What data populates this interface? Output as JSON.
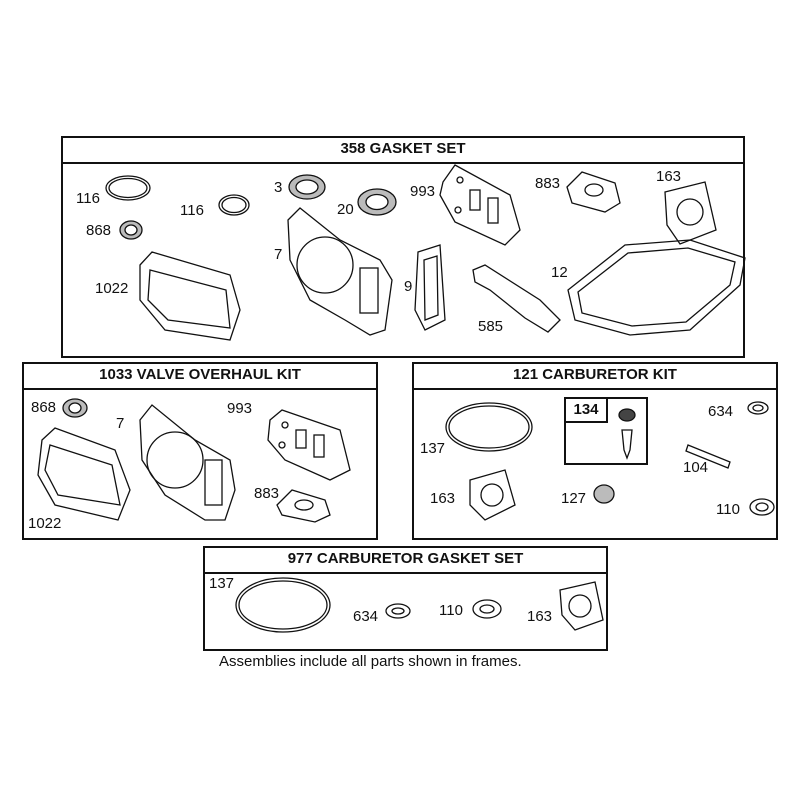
{
  "frames": {
    "gasket_set": {
      "title": "358 GASKET SET"
    },
    "valve_kit": {
      "title": "1033 VALVE OVERHAUL KIT"
    },
    "carb_kit": {
      "title": "121 CARBURETOR KIT",
      "inset_label": "134"
    },
    "carb_gasket_set": {
      "title": "977 CARBURETOR  GASKET SET"
    }
  },
  "labels": {
    "gs_116a": "116",
    "gs_116b": "116",
    "gs_3": "3",
    "gs_20": "20",
    "gs_993": "993",
    "gs_883": "883",
    "gs_163": "163",
    "gs_868": "868",
    "gs_7": "7",
    "gs_1022": "1022",
    "gs_9": "9",
    "gs_12": "12",
    "gs_585": "585",
    "vk_868": "868",
    "vk_7": "7",
    "vk_993": "993",
    "vk_883": "883",
    "vk_1022": "1022",
    "ck_137": "137",
    "ck_634": "634",
    "ck_104": "104",
    "ck_163": "163",
    "ck_127": "127",
    "ck_110": "110",
    "cg_137": "137",
    "cg_634": "634",
    "cg_110": "110",
    "cg_163": "163"
  },
  "footnote": "Assemblies include all parts shown in frames."
}
